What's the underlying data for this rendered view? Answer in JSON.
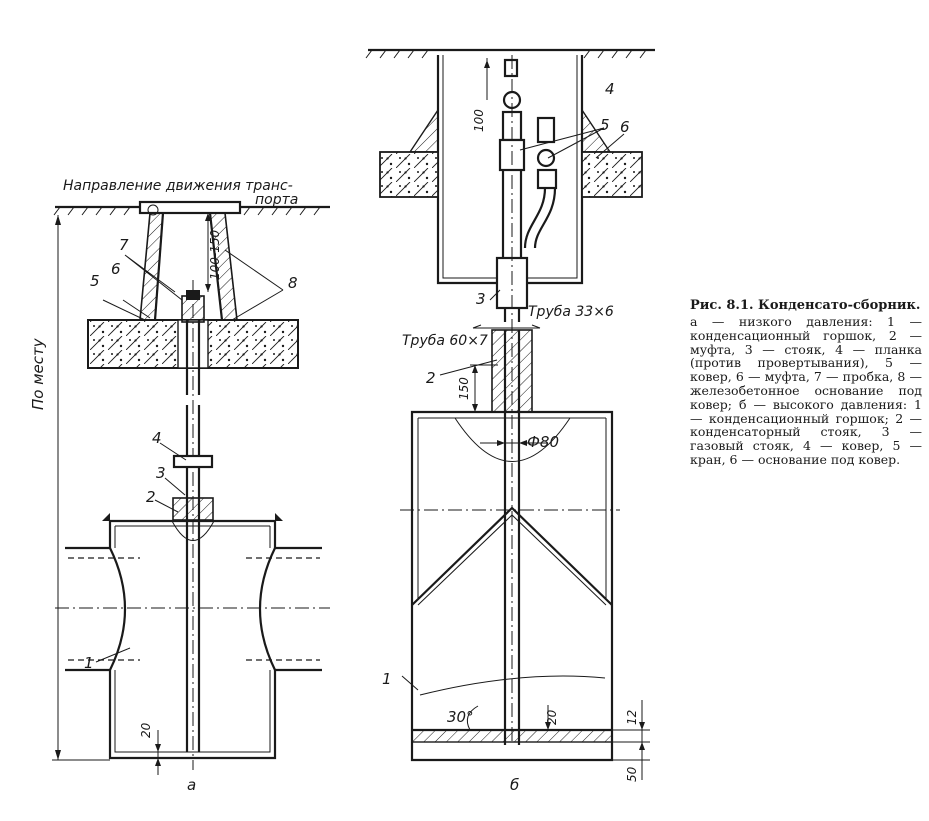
{
  "labels": {
    "direction": "Направление движения транс-",
    "direction_cont": "порта",
    "po_mestu": "По месту",
    "dim_100_150": "100-150",
    "dim_100": "100",
    "dim_150": "150",
    "dim_20": "20",
    "dim_12": "12",
    "dim_50": "50",
    "angle_30": "30°",
    "pipe_33": "Труба 33×6",
    "pipe_60": "Труба 60×7",
    "diam_80": "Ф80",
    "fig_a": "а",
    "fig_b": "б",
    "n1": "1",
    "n2": "2",
    "n3": "3",
    "n4": "4",
    "n5": "5",
    "n6": "6",
    "n7": "7",
    "n8": "8"
  },
  "caption": {
    "head": "Рис. 8.1. Конденсато-сборник.",
    "body": "а — низкого давления: 1 — конденсационный горшок, 2 — муфта, 3 — стояк, 4 — планка (против провертывания), 5 — ковер, 6 — муфта, 7 — пробка, 8 — железобетонное основание под ковер; б — высокого давления: 1 — конденсационный горшок; 2 — конденсаторный стояк, 3 — газовый стояк, 4 — ковер, 5 — кран, 6 — основание под ковер."
  }
}
